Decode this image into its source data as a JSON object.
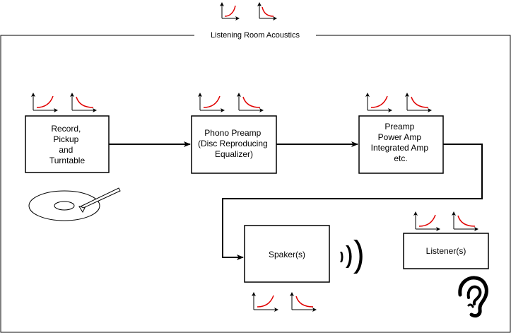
{
  "frame": {
    "title": "Listening Room Acoustics"
  },
  "blocks": {
    "record": {
      "lines": [
        "Record,",
        "Pickup",
        "and",
        "Turntable"
      ]
    },
    "phono": {
      "lines": [
        "Phono Preamp",
        "(Disc Reproducing",
        "Equalizer)"
      ]
    },
    "amp": {
      "lines": [
        "Preamp",
        "Power Amp",
        "Integrated Amp",
        "etc."
      ]
    },
    "speaker": {
      "lines": [
        "Spaker(s)"
      ]
    },
    "listener": {
      "lines": [
        "Listener(s)"
      ]
    }
  },
  "icons": {
    "graph_rising": "rising-curve-graph-icon",
    "graph_falling": "falling-curve-graph-icon",
    "turntable": "turntable-icon",
    "sound_waves": "sound-waves-icon",
    "ear": "ear-icon"
  },
  "colors": {
    "stroke": "#000000",
    "curve": "#e00000",
    "background": "#ffffff"
  }
}
